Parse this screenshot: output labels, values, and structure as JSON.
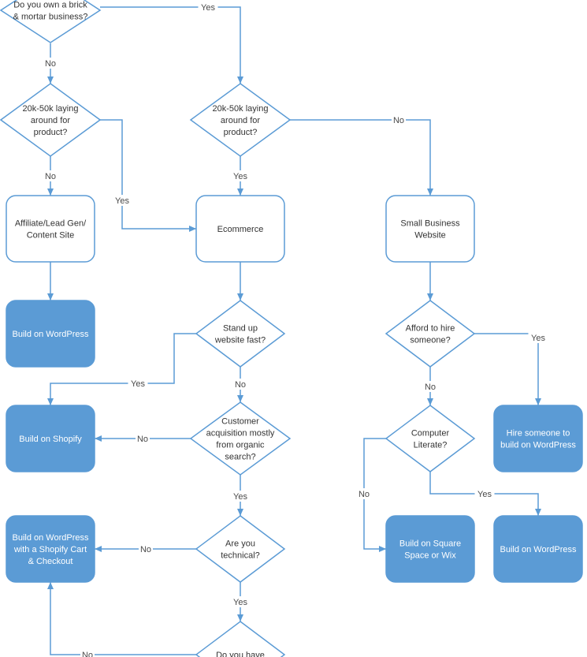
{
  "colors": {
    "line": "#5b9bd5",
    "fill": "#5b9bd5",
    "text": "#333333",
    "light_text": "#ffffff",
    "background": "#ffffff"
  },
  "nodes": {
    "q_brick": {
      "lines": [
        "Do you own a brick",
        "& mortar business?"
      ]
    },
    "q_cash_left": {
      "lines": [
        "20k-50k laying",
        "around for",
        "product?"
      ]
    },
    "q_cash_mid": {
      "lines": [
        "20k-50k laying",
        "around for",
        "product?"
      ]
    },
    "affiliate": {
      "lines": [
        "Affiliate/Lead Gen/",
        "Content Site"
      ]
    },
    "ecommerce": {
      "lines": [
        "Ecommerce"
      ]
    },
    "small_business": {
      "lines": [
        "Small Business",
        "Website"
      ]
    },
    "wp_left": {
      "lines": [
        "Build on WordPress"
      ]
    },
    "q_fast": {
      "lines": [
        "Stand up",
        "website fast?"
      ]
    },
    "q_afford": {
      "lines": [
        "Afford to hire",
        "someone?"
      ]
    },
    "shopify": {
      "lines": [
        "Build on Shopify"
      ]
    },
    "q_organic": {
      "lines": [
        "Customer",
        "acquisition mostly",
        "from organic",
        "search?"
      ]
    },
    "hire": {
      "lines": [
        "Hire someone to",
        "build on WordPress"
      ]
    },
    "q_computer": {
      "lines": [
        "Computer",
        "Literate?"
      ]
    },
    "wp_shopify": {
      "lines": [
        "Build on WordPress",
        "with a Shopify Cart",
        "& Checkout"
      ]
    },
    "q_technical": {
      "lines": [
        "Are you",
        "technical?"
      ]
    },
    "squarespace": {
      "lines": [
        "Build on Square",
        "Space or Wix"
      ]
    },
    "wp_right": {
      "lines": [
        "Build on WordPress"
      ]
    },
    "q_do_you_have": {
      "lines": [
        "Do you have"
      ]
    }
  },
  "edge_labels": {
    "brick_yes": "Yes",
    "brick_no": "No",
    "cash_left_no": "No",
    "cash_left_yes": "Yes",
    "cash_mid_yes": "Yes",
    "cash_mid_no": "No",
    "fast_yes": "Yes",
    "fast_no": "No",
    "organic_no": "No",
    "organic_yes": "Yes",
    "afford_yes": "Yes",
    "afford_no": "No",
    "computer_no": "No",
    "computer_yes": "Yes",
    "technical_no": "No",
    "technical_yes": "Yes",
    "do_you_have_no": "No"
  }
}
